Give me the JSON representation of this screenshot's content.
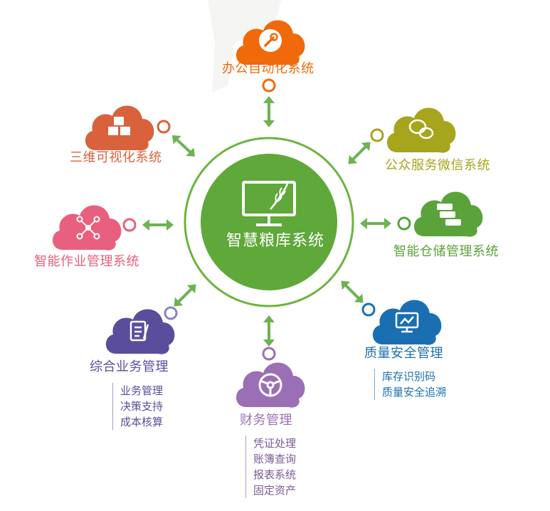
{
  "center": {
    "title": "智慧粮库系统",
    "icon": "monitor-wheat-icon",
    "color": "#5fa83a"
  },
  "nodes": {
    "office": {
      "label": "办公自动化系统",
      "icon": "wrench-icon",
      "color": "#f06a0b"
    },
    "viz3d": {
      "label": "三维可视化系统",
      "icon": "boxes-icon",
      "color": "#d9623c"
    },
    "wechat": {
      "label": "公众服务微信系统",
      "icon": "wechat-icon",
      "color": "#a6a51b"
    },
    "operation": {
      "label": "智能作业管理系统",
      "icon": "network-icon",
      "color": "#e8607d"
    },
    "storage": {
      "label": "智能仓储管理系统",
      "icon": "stacked-bags-icon",
      "color": "#5aa33a"
    },
    "integrated": {
      "label": "综合业务管理",
      "icon": "document-pen-icon",
      "color": "#5a4e9c",
      "items": [
        "业务管理",
        "决策支持",
        "成本核算"
      ]
    },
    "finance": {
      "label": "财务管理",
      "icon": "steering-wheel-icon",
      "color": "#9b6fb6",
      "items": [
        "凭证处理",
        "账簿查询",
        "报表系统",
        "固定资产"
      ]
    },
    "quality": {
      "label": "质量安全管理",
      "icon": "monitor-chart-icon",
      "color": "#1a6fb3",
      "items": [
        "库存识别码",
        "质量安全追溯"
      ]
    }
  }
}
